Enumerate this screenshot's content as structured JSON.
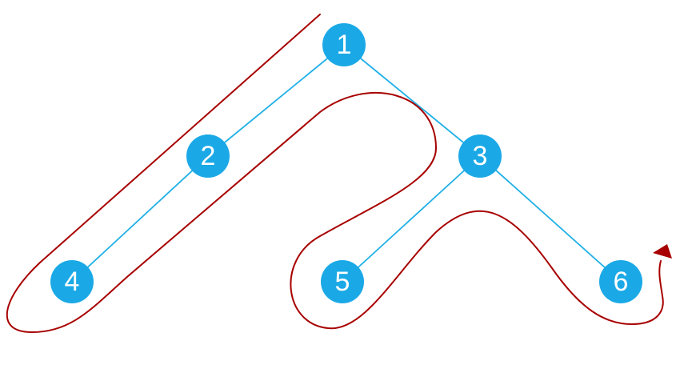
{
  "tree": {
    "nodes": [
      {
        "id": "1",
        "label": "1"
      },
      {
        "id": "2",
        "label": "2"
      },
      {
        "id": "3",
        "label": "3"
      },
      {
        "id": "4",
        "label": "4"
      },
      {
        "id": "5",
        "label": "5"
      },
      {
        "id": "6",
        "label": "6"
      }
    ],
    "edges": [
      {
        "from": "1",
        "to": "2"
      },
      {
        "from": "1",
        "to": "3"
      },
      {
        "from": "2",
        "to": "4"
      },
      {
        "from": "3",
        "to": "5"
      },
      {
        "from": "3",
        "to": "6"
      }
    ]
  },
  "colors": {
    "node_fill": "#1aa9e6",
    "edge": "#1fb0e6",
    "traversal_path": "#a80000",
    "node_text": "#ffffff"
  }
}
